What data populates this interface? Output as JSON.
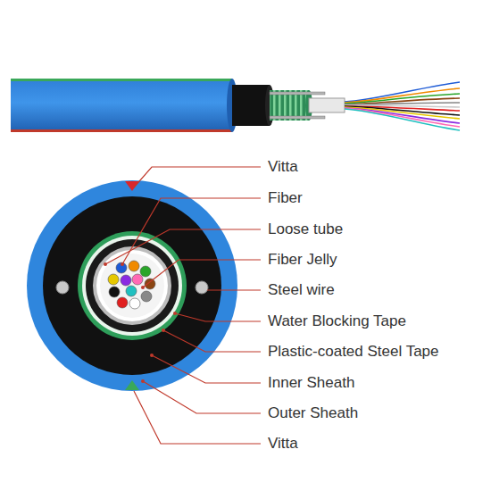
{
  "diagram": {
    "labels": [
      "Vitta",
      "Fiber",
      "Loose tube",
      "Fiber Jelly",
      "Steel wire",
      "Water Blocking Tape",
      "Plastic-coated Steel Tape",
      "Inner Sheath",
      "Outer Sheath",
      "Vitta"
    ]
  }
}
